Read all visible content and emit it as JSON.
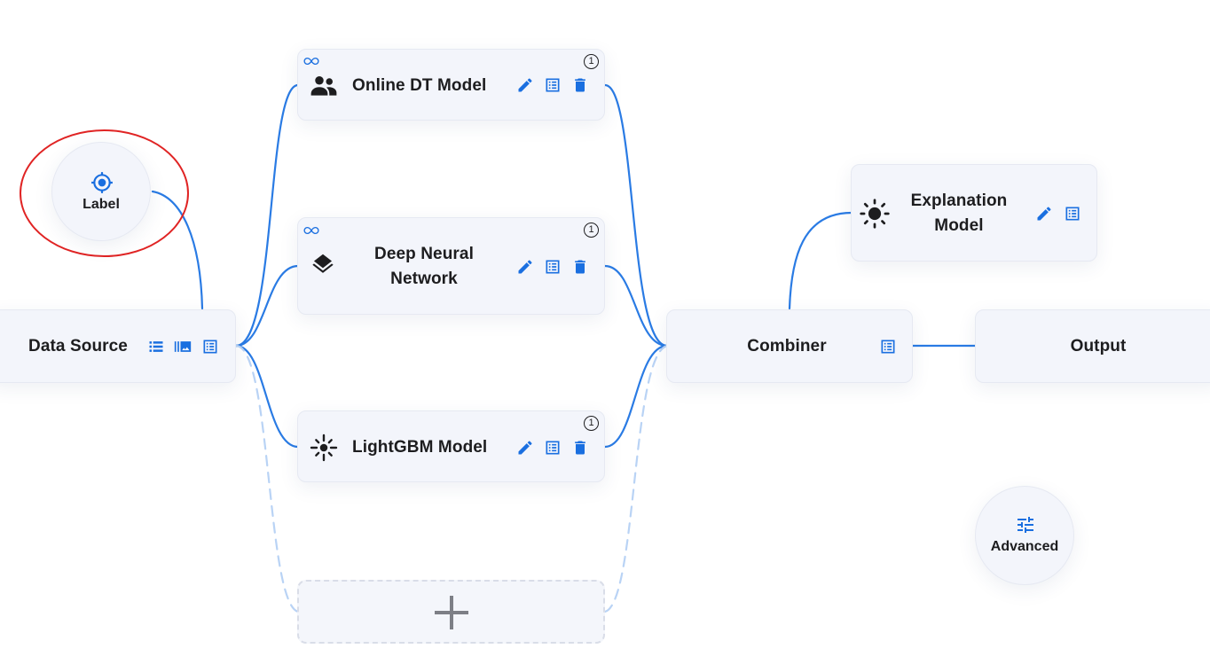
{
  "nodes": {
    "label": {
      "text": "Label"
    },
    "data_source": {
      "title": "Data Source"
    },
    "online_dt": {
      "title": "Online DT Model",
      "badge": "1"
    },
    "dnn": {
      "title_line1": "Deep Neural",
      "title_line2": "Network",
      "badge": "1"
    },
    "lightgbm": {
      "title": "LightGBM Model",
      "badge": "1"
    },
    "combiner": {
      "title": "Combiner"
    },
    "explanation": {
      "title_line1": "Explanation",
      "title_line2": "Model"
    },
    "output": {
      "title": "Output"
    },
    "advanced": {
      "text": "Advanced"
    }
  },
  "icons": {
    "edit": "pencil-icon",
    "details": "list-detail-icon",
    "delete": "trash-icon",
    "streaming": "infinity-icon",
    "add": "plus-icon"
  },
  "colors": {
    "accent": "#1a6fe0",
    "edge": "#2a7be4",
    "edge_dashed": "#b9d3f5",
    "highlight": "#e02424",
    "node_bg": "#f3f5fb"
  }
}
